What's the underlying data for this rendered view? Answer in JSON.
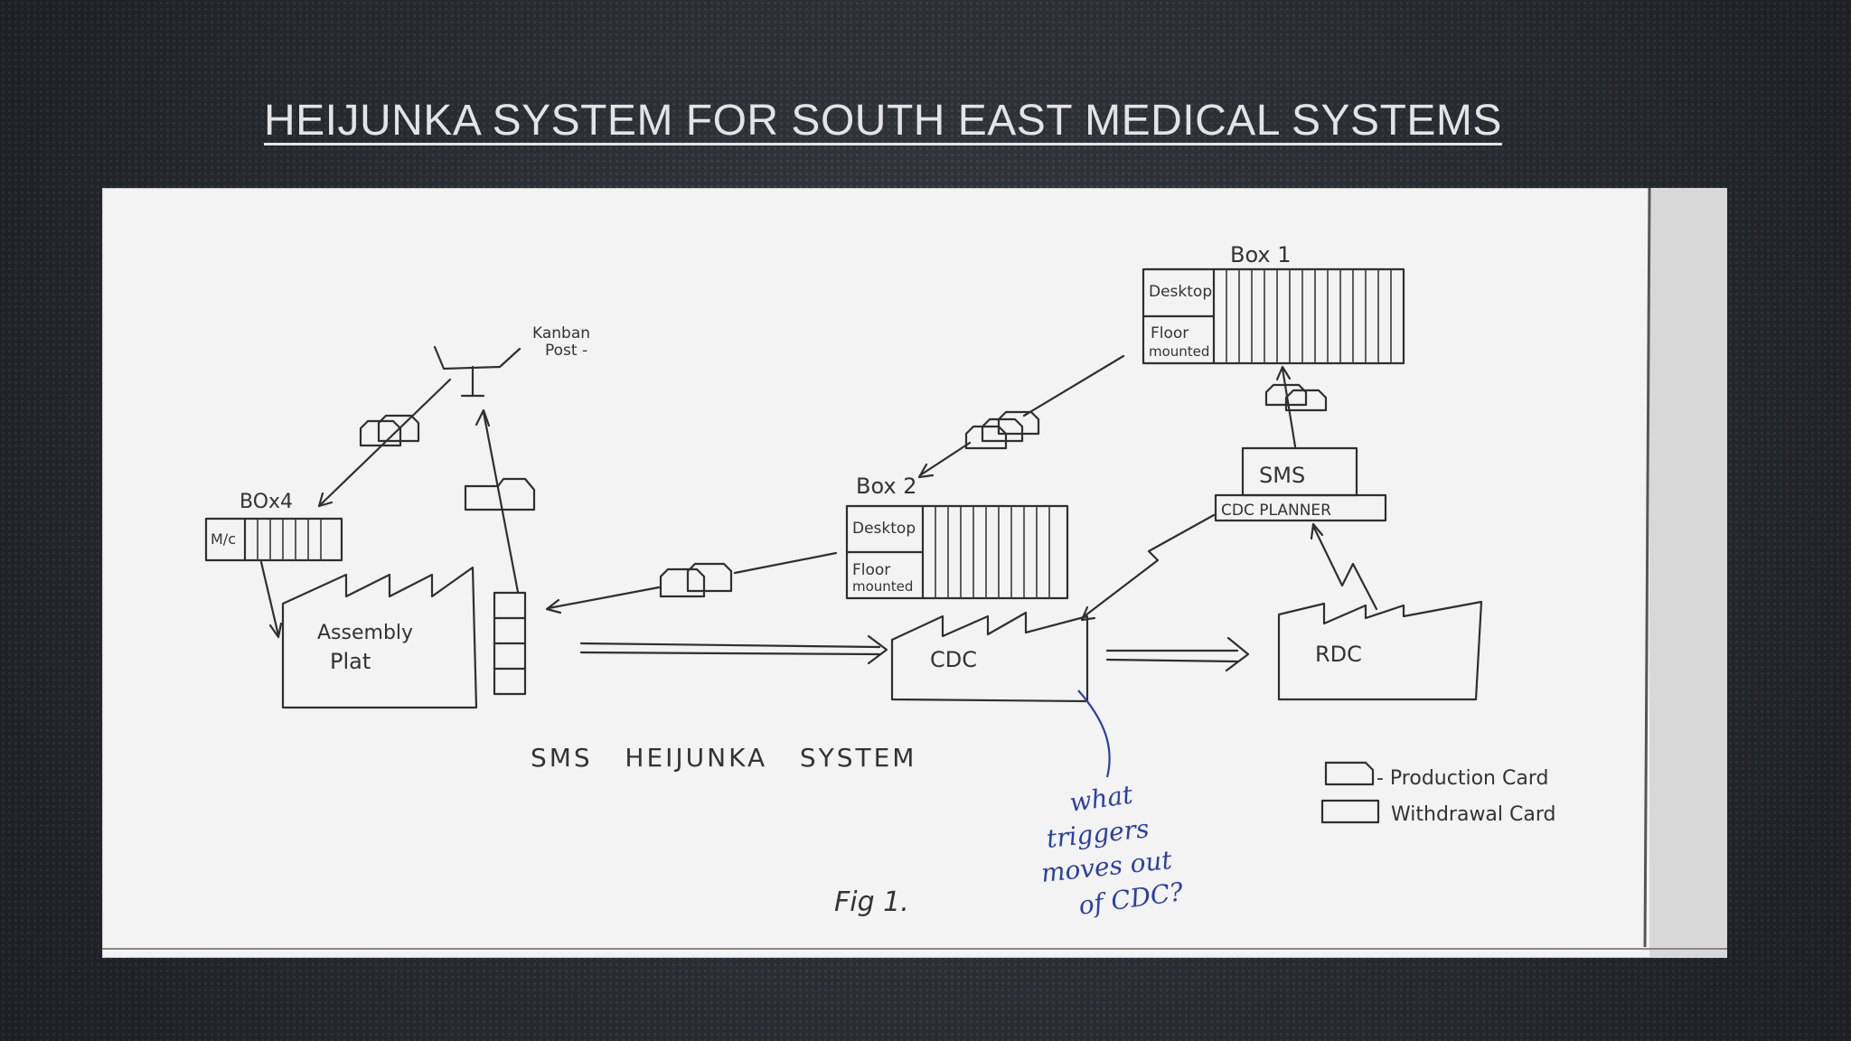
{
  "slide": {
    "title": "HEIJUNKA SYSTEM FOR SOUTH EAST MEDICAL SYSTEMS"
  },
  "diagram": {
    "kanban_post_label_1": "Kanban",
    "kanban_post_label_2": "Post -",
    "box4": {
      "label": "BOx4",
      "row_label": "M/c"
    },
    "box1": {
      "label": "Box 1",
      "row1": "Desktop",
      "row2a": "Floor",
      "row2b": "mounted"
    },
    "box2": {
      "label": "Box 2",
      "row1": "Desktop",
      "row2a": "Floor",
      "row2b": "mounted"
    },
    "assembly_plant": {
      "line1": "Assembly",
      "line2": "Plat"
    },
    "cdc": "CDC",
    "rdc": "RDC",
    "sms": "SMS",
    "cdc_planner": "CDC PLANNER",
    "caption": "SMS   HEIJUNKA   SYSTEM",
    "legend": {
      "production": "- Production Card",
      "withdrawal": "Withdrawal Card"
    },
    "note": [
      "what",
      "triggers",
      "moves out",
      "of CDC?"
    ],
    "fig_label": "Fig 1."
  },
  "colors": {
    "background": "#2b2f36",
    "paper": "#f3f3f3",
    "ink": "#2f2f2f",
    "note_ink": "#2b3fa8"
  }
}
